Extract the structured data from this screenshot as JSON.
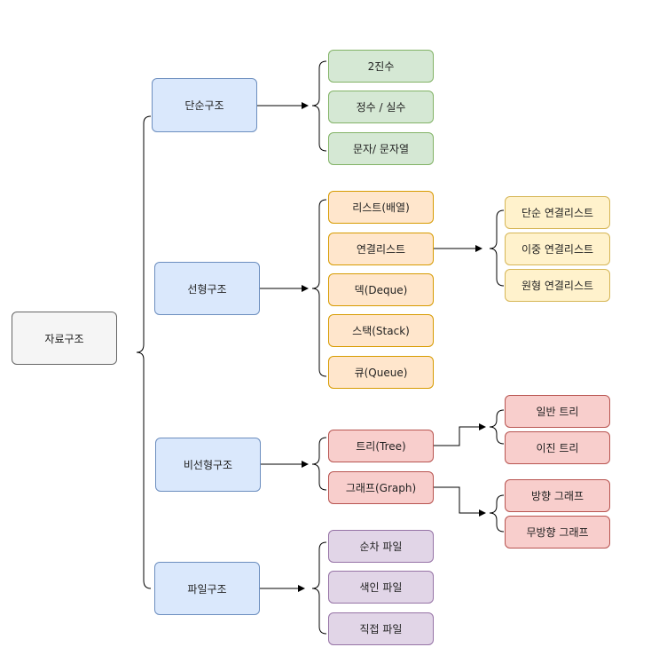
{
  "root": {
    "label": "자료구조"
  },
  "groups": [
    {
      "label": "단순구조",
      "children": [
        "2진수",
        "정수 / 실수",
        "문자/ 문자열"
      ]
    },
    {
      "label": "선형구조",
      "children": [
        "리스트(배열)",
        "연결리스트",
        "덱(Deque)",
        "스택(Stack)",
        "큐(Queue)"
      ]
    },
    {
      "label": "비선형구조",
      "children": [
        "트리(Tree)",
        "그래프(Graph)"
      ]
    },
    {
      "label": "파일구조",
      "children": [
        "순차 파일",
        "색인 파일",
        "직접 파일"
      ]
    }
  ],
  "linked_list_types": [
    "단순 연결리스트",
    "이중 연결리스트",
    "원형 연결리스트"
  ],
  "tree_types": [
    "일반 트리",
    "이진 트리"
  ],
  "graph_types": [
    "방향 그래프",
    "무방향 그래프"
  ],
  "colors": {
    "root": "#f5f5f5",
    "group": "#dae8fc",
    "simple": "#d5e8d4",
    "linear": "#ffe6cc",
    "linked": "#fff2cc",
    "nonlinear": "#f8cecc",
    "file": "#e1d5e7"
  }
}
